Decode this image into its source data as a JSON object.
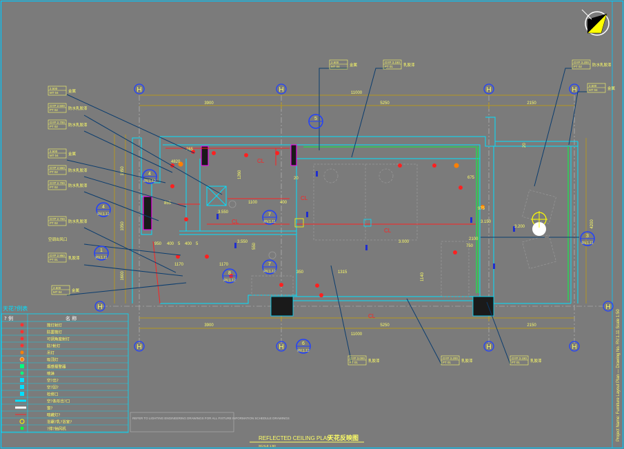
{
  "colors": {
    "background": "#7b7b7b",
    "border": "#00c8ff",
    "wall": "#00e0ff",
    "dimension": "#c8a000",
    "dim_text": "#ffff66",
    "axis_circle": "#2040ff",
    "light_red": "#ff2020",
    "tag_blue": "#1f2ed0",
    "leader": "#0a3c6e",
    "magenta": "#ff00ff",
    "green": "#00ff40",
    "white": "#ffffff"
  },
  "title": {
    "main": "REFLECTED CEILING PLAN",
    "cn": "天花反映图",
    "scale": "SCALE  1:50"
  },
  "axes": {
    "top_labels": [
      "H",
      "H",
      "H",
      "H"
    ],
    "bottom_labels": [
      "H",
      "H",
      "H",
      "H"
    ],
    "left_labels": [
      "H"
    ],
    "right_labels": [
      "H"
    ]
  },
  "dimensions": {
    "top_total": "11000",
    "top_segments": [
      "3900",
      "5250",
      "2150"
    ],
    "bottom_total": "11000",
    "bottom_segments": [
      "3900",
      "5250",
      "2150"
    ],
    "left": [
      "1850",
      "1050",
      "1600"
    ],
    "right": [
      "4200"
    ],
    "inner": [
      "265",
      "4820",
      "1260",
      "1100",
      "400",
      "855",
      "950",
      "400",
      "5",
      "400",
      "5",
      "1170",
      "1170",
      "550",
      "350",
      "1315",
      "1140",
      "750",
      "975",
      "675",
      "2100",
      "3.200",
      "3.000",
      "3.150",
      "3.550",
      "3.550",
      "20",
      "20"
    ]
  },
  "ceiling_heights": [
    "3.150",
    "3.550",
    "3.000",
    "3.200"
  ],
  "cl_labels": [
    "CL",
    "CL",
    "CL",
    "CL",
    "CL"
  ],
  "section_markers": [
    {
      "num": "5",
      "sheet": ""
    },
    {
      "num": "4",
      "sheet": "RV.1.12"
    },
    {
      "num": "4",
      "sheet": "RV.1.12"
    },
    {
      "num": "7",
      "sheet": "RV.1.11"
    },
    {
      "num": "1",
      "sheet": "RV.1.11"
    },
    {
      "num": "8",
      "sheet": "RV.1.12"
    },
    {
      "num": "7",
      "sheet": "RV.1.12"
    },
    {
      "num": "6",
      "sheet": "RV.1.12"
    },
    {
      "num": "3",
      "sheet": "RV.1.11"
    }
  ],
  "tags": [
    {
      "code": "2.500",
      "sub": "MT 04",
      "note": "金属"
    },
    {
      "code": "GYP 2.500",
      "sub": "PT 02",
      "note": "防水乳胶漆"
    },
    {
      "code": "GYP 2.700",
      "sub": "PT 02",
      "note": "防水乳胶漆"
    },
    {
      "code": "2.500",
      "sub": "MT 04",
      "note": "金属"
    },
    {
      "code": "GYP 2.550",
      "sub": "PT 02",
      "note": "防水乳胶漆"
    },
    {
      "code": "GYP 2.700",
      "sub": "PT 02",
      "note": "防水乳胶漆"
    },
    {
      "code": "GYP 2.700",
      "sub": "PT 02",
      "note": "防水乳胶漆"
    },
    {
      "code": "",
      "sub": "",
      "note": "空调出风口"
    },
    {
      "code": "GYP 2.950",
      "sub": "PT 01",
      "note": "乳胶漆"
    },
    {
      "code": "2.500",
      "sub": "MT 04",
      "note": "金属"
    },
    {
      "code": "2.500",
      "sub": "MT 04",
      "note": "金属"
    },
    {
      "code": "GYP 3.150",
      "sub": "PT 01",
      "note": "乳胶漆"
    },
    {
      "code": "GYP 3.200",
      "sub": "PT 02",
      "note": "防水乳胶漆"
    },
    {
      "code": "2.500",
      "sub": "MT 04",
      "note": "金属"
    },
    {
      "code": "GYP 3.000",
      "sub": "PT 01",
      "note": "乳胶漆"
    },
    {
      "code": "GYP 3.200",
      "sub": "PT 01",
      "note": "乳胶漆"
    },
    {
      "code": "GYP 3.150",
      "sub": "PT 01",
      "note": "乳胶漆"
    }
  ],
  "legend": {
    "title": "天花?例表",
    "header_symbol": "?  例",
    "header_name": "名    称",
    "rows": [
      {
        "name": "筒灯射灯",
        "color": "#ff3030",
        "shape": "dot"
      },
      {
        "name": "防雾筒灯",
        "color": "#ff3030",
        "shape": "dot"
      },
      {
        "name": "可调角度射灯",
        "color": "#ff3030",
        "shape": "dot"
      },
      {
        "name": "防?射灯",
        "color": "#ff3030",
        "shape": "dot"
      },
      {
        "name": "吊灯",
        "color": "#ff8000",
        "shape": "dot"
      },
      {
        "name": "吸顶灯",
        "color": "#ff8000",
        "shape": "cross"
      },
      {
        "name": "烟感报警器",
        "color": "#00ff80",
        "shape": "sq"
      },
      {
        "name": "喷淋",
        "color": "#00ff80",
        "shape": "dot"
      },
      {
        "name": "空?出?",
        "color": "#00e0ff",
        "shape": "sq"
      },
      {
        "name": "空?回?",
        "color": "#00e0ff",
        "shape": "sq"
      },
      {
        "name": "检修口",
        "color": "#00e0ff",
        "shape": "sq"
      },
      {
        "name": "空?条形出?口",
        "color": "#00e0ff",
        "shape": "bar"
      },
      {
        "name": "窗?",
        "color": "#ffffff",
        "shape": "bar"
      },
      {
        "name": "暗藏灯?",
        "color": "#ff2020",
        "shape": "line"
      },
      {
        "name": "浴霸?乳?浴室?",
        "color": "#ffff00",
        "shape": "ring"
      },
      {
        "name": "?排?抽风机",
        "color": "#00ff40",
        "shape": "dot"
      }
    ],
    "note": "REFER TO LIGHTING ENGINEERING DRAWINGS FOR ALL FIXTURE INFORMATION SCHEDULE DRAWINGS"
  }
}
